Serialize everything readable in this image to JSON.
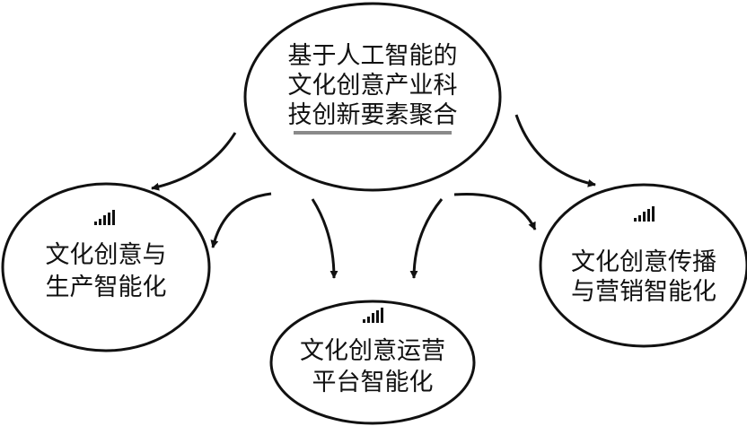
{
  "diagram": {
    "center": {
      "lines": [
        "基于人工智能的",
        "文化创意产业科",
        "技创新要素聚合"
      ]
    },
    "left": {
      "lines": [
        "文化创意与",
        "生产智能化"
      ],
      "icon": "signal-bars-icon"
    },
    "middle": {
      "lines": [
        "文化创意运营",
        "平台智能化"
      ],
      "icon": "signal-bars-icon"
    },
    "right": {
      "lines": [
        "文化创意传播",
        "与营销智能化"
      ],
      "icon": "signal-bars-icon"
    },
    "colors": {
      "stroke": "#111111",
      "underline": "#8a8a8a",
      "background": "#ffffff"
    }
  }
}
